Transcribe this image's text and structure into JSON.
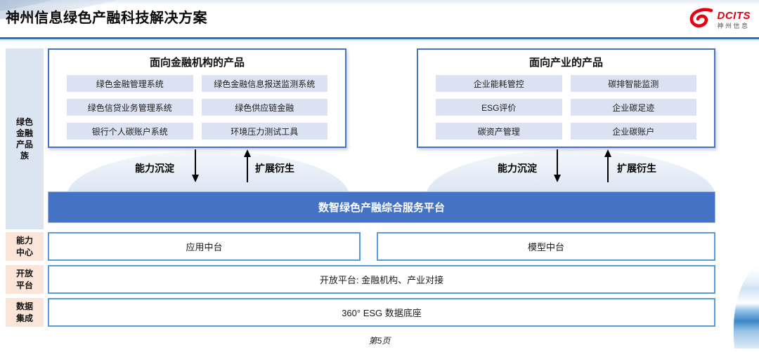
{
  "page": {
    "title": "神州信息绿色产融科技解决方案",
    "page_number": "第5页"
  },
  "logo": {
    "brand": "DCITS",
    "brand_cn": "神州信息"
  },
  "sidebar": {
    "items": [
      {
        "label": "绿色\n金融\n产品\n族"
      },
      {
        "label": "能力\n中心"
      },
      {
        "label": "开放\n平台"
      },
      {
        "label": "数据\n集成"
      }
    ]
  },
  "groups": [
    {
      "title": "面向金融机构的产品",
      "items": [
        "绿色金融管理系统",
        "绿色金融信息报送监测系统",
        "绿色信贷业务管理系统",
        "绿色供应链金融",
        "银行个人碳账户系统",
        "环境压力测试工具"
      ]
    },
    {
      "title": "面向产业的产品",
      "items": [
        "企业能耗管控",
        "碳排智能监测",
        "ESG评价",
        "企业碳足迹",
        "碳资产管理",
        "企业碳账户"
      ]
    }
  ],
  "flow": {
    "down": "能力沉淀",
    "up": "扩展衍生"
  },
  "platform": {
    "label": "数智绿色产融综合服务平台"
  },
  "rows": {
    "app": "应用中台",
    "model": "模型中台",
    "open": "开放平台: 金融机构、产业对接",
    "data": "360° ESG 数据底座"
  },
  "colors": {
    "accent_blue": "#4472c4",
    "row_border_blue": "#5b9bd5",
    "chip_blue": "#dbe3f3",
    "sidebar_blue": "#dbe5f1",
    "sidebar_peach": "#fbe5d9",
    "header_rule": "#2e75b6",
    "logo_red": "#e60012"
  }
}
